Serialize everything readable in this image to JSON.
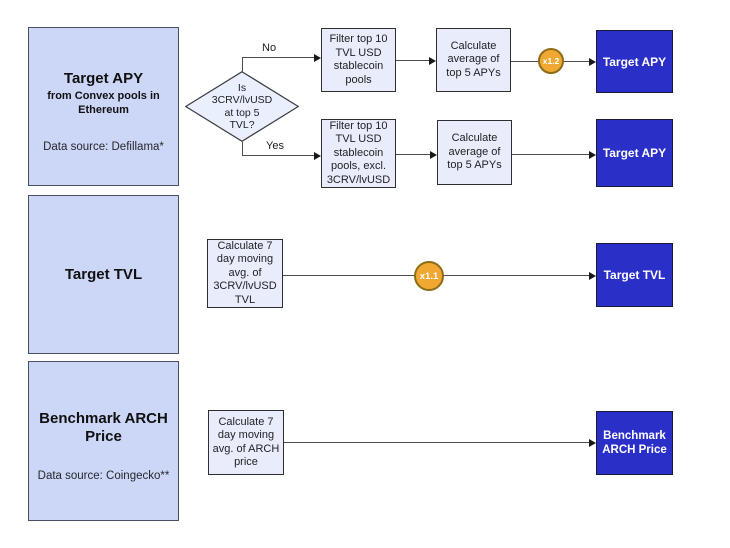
{
  "colors": {
    "source_fill": "#ccd7f8",
    "process_fill": "#e9edfb",
    "output_fill": "#2a2fc8",
    "multiplier_fill": "#f0a832",
    "line": "#4d4d4d"
  },
  "row_apy": {
    "source_box": {
      "title": "Target APY",
      "subtitle": "from Convex pools in\nEthereum",
      "data_source": "Data source: Defillama*"
    },
    "decision": {
      "label": "Is\n3CRV/lvUSD\nat top 5\nTVL?"
    },
    "branch_no": {
      "label": "No",
      "filter_step": "Filter top 10\nTVL USD\nstablecoin\npools",
      "calc_step": "Calculate\naverage of\ntop 5 APYs",
      "multiplier": "x1.2",
      "output": "Target APY"
    },
    "branch_yes": {
      "label": "Yes",
      "filter_step": "Filter top 10\nTVL USD\nstablecoin\npools, excl.\n3CRV/lvUSD",
      "calc_step": "Calculate\naverage of\ntop 5 APYs",
      "output": "Target APY"
    }
  },
  "row_tvl": {
    "source_box": {
      "title": "Target TVL"
    },
    "calc_step": "Calculate 7\nday moving\navg. of\n3CRV/lvUSD\nTVL",
    "multiplier": "x1.1",
    "output": "Target TVL"
  },
  "row_arch": {
    "source_box": {
      "title": "Benchmark ARCH\nPrice",
      "data_source": "Data source: Coingecko**"
    },
    "calc_step": "Calculate 7\nday moving\navg. of ARCH\nprice",
    "output": "Benchmark\nARCH Price"
  }
}
